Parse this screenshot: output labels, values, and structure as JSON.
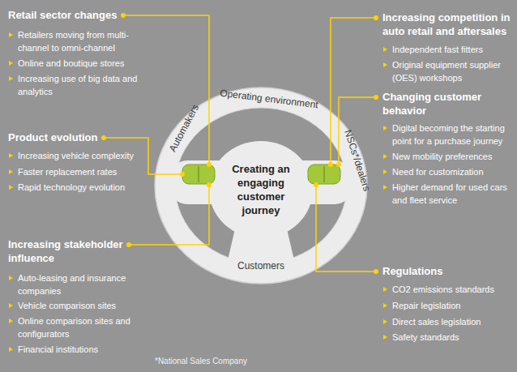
{
  "diagram": {
    "nodes": [
      {
        "text": [
          "Creating an engaging customer journey",
          "Operating environment",
          "Automakers",
          "NSCs*/dealers",
          "Customers"
        ]
      }
    ],
    "labels": [
      "Retail sector changes",
      "Retailers moving from multi-channel to omni-channel",
      "Online and boutique stores",
      "Increasing use of big data and analytics",
      "Product evolution",
      "Increasing vehicle complexity",
      "Faster replacement rates",
      "Rapid technology evolution",
      "Increasing stakeholder influence",
      "Auto-leasing and insurance companies",
      "Vehicle comparison sites",
      "Online comparison sites and configurators",
      "Financial institutions",
      "Increasing competition in auto retail and aftersales",
      "Independent fast fitters",
      "Original equipment supplier (OES) workshops",
      "Changing customer behavior",
      "Digital becoming the starting point for a purchase journey",
      "New mobility preferences",
      "Need for customization",
      "Higher demand for used cars and fleet service",
      "Regulations",
      "CO2 emissions standards",
      "Repair legislation",
      "Direct sales legislation",
      "Safety standards",
      "*National Sales Company"
    ]
  }
}
